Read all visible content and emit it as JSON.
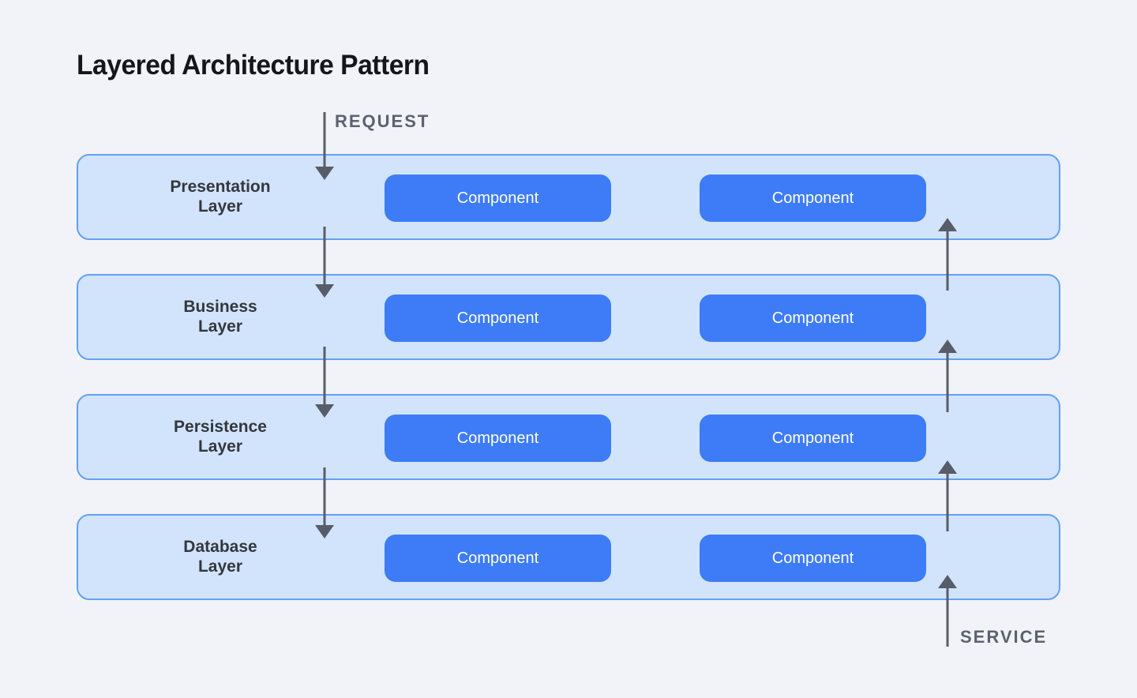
{
  "title": "Layered Architecture Pattern",
  "flow_labels": {
    "request": "REQUEST",
    "service": "SERVICE"
  },
  "layers": [
    {
      "line1": "Presentation",
      "line2": "Layer",
      "components": [
        "Component",
        "Component"
      ]
    },
    {
      "line1": "Business",
      "line2": "Layer",
      "components": [
        "Component",
        "Component"
      ]
    },
    {
      "line1": "Persistence",
      "line2": "Layer",
      "components": [
        "Component",
        "Component"
      ]
    },
    {
      "line1": "Database",
      "line2": "Layer",
      "components": [
        "Component",
        "Component"
      ]
    }
  ],
  "colors": {
    "background": "#f1f3f8",
    "layer_fill": "#d2e4fb",
    "layer_border": "#64a0f4",
    "component_fill": "#3e7cf7",
    "component_text": "#ffffff",
    "arrow": "#575c68",
    "flow_label_text": "#5c6170",
    "layer_text": "#33373e",
    "title_text": "#15161a"
  }
}
